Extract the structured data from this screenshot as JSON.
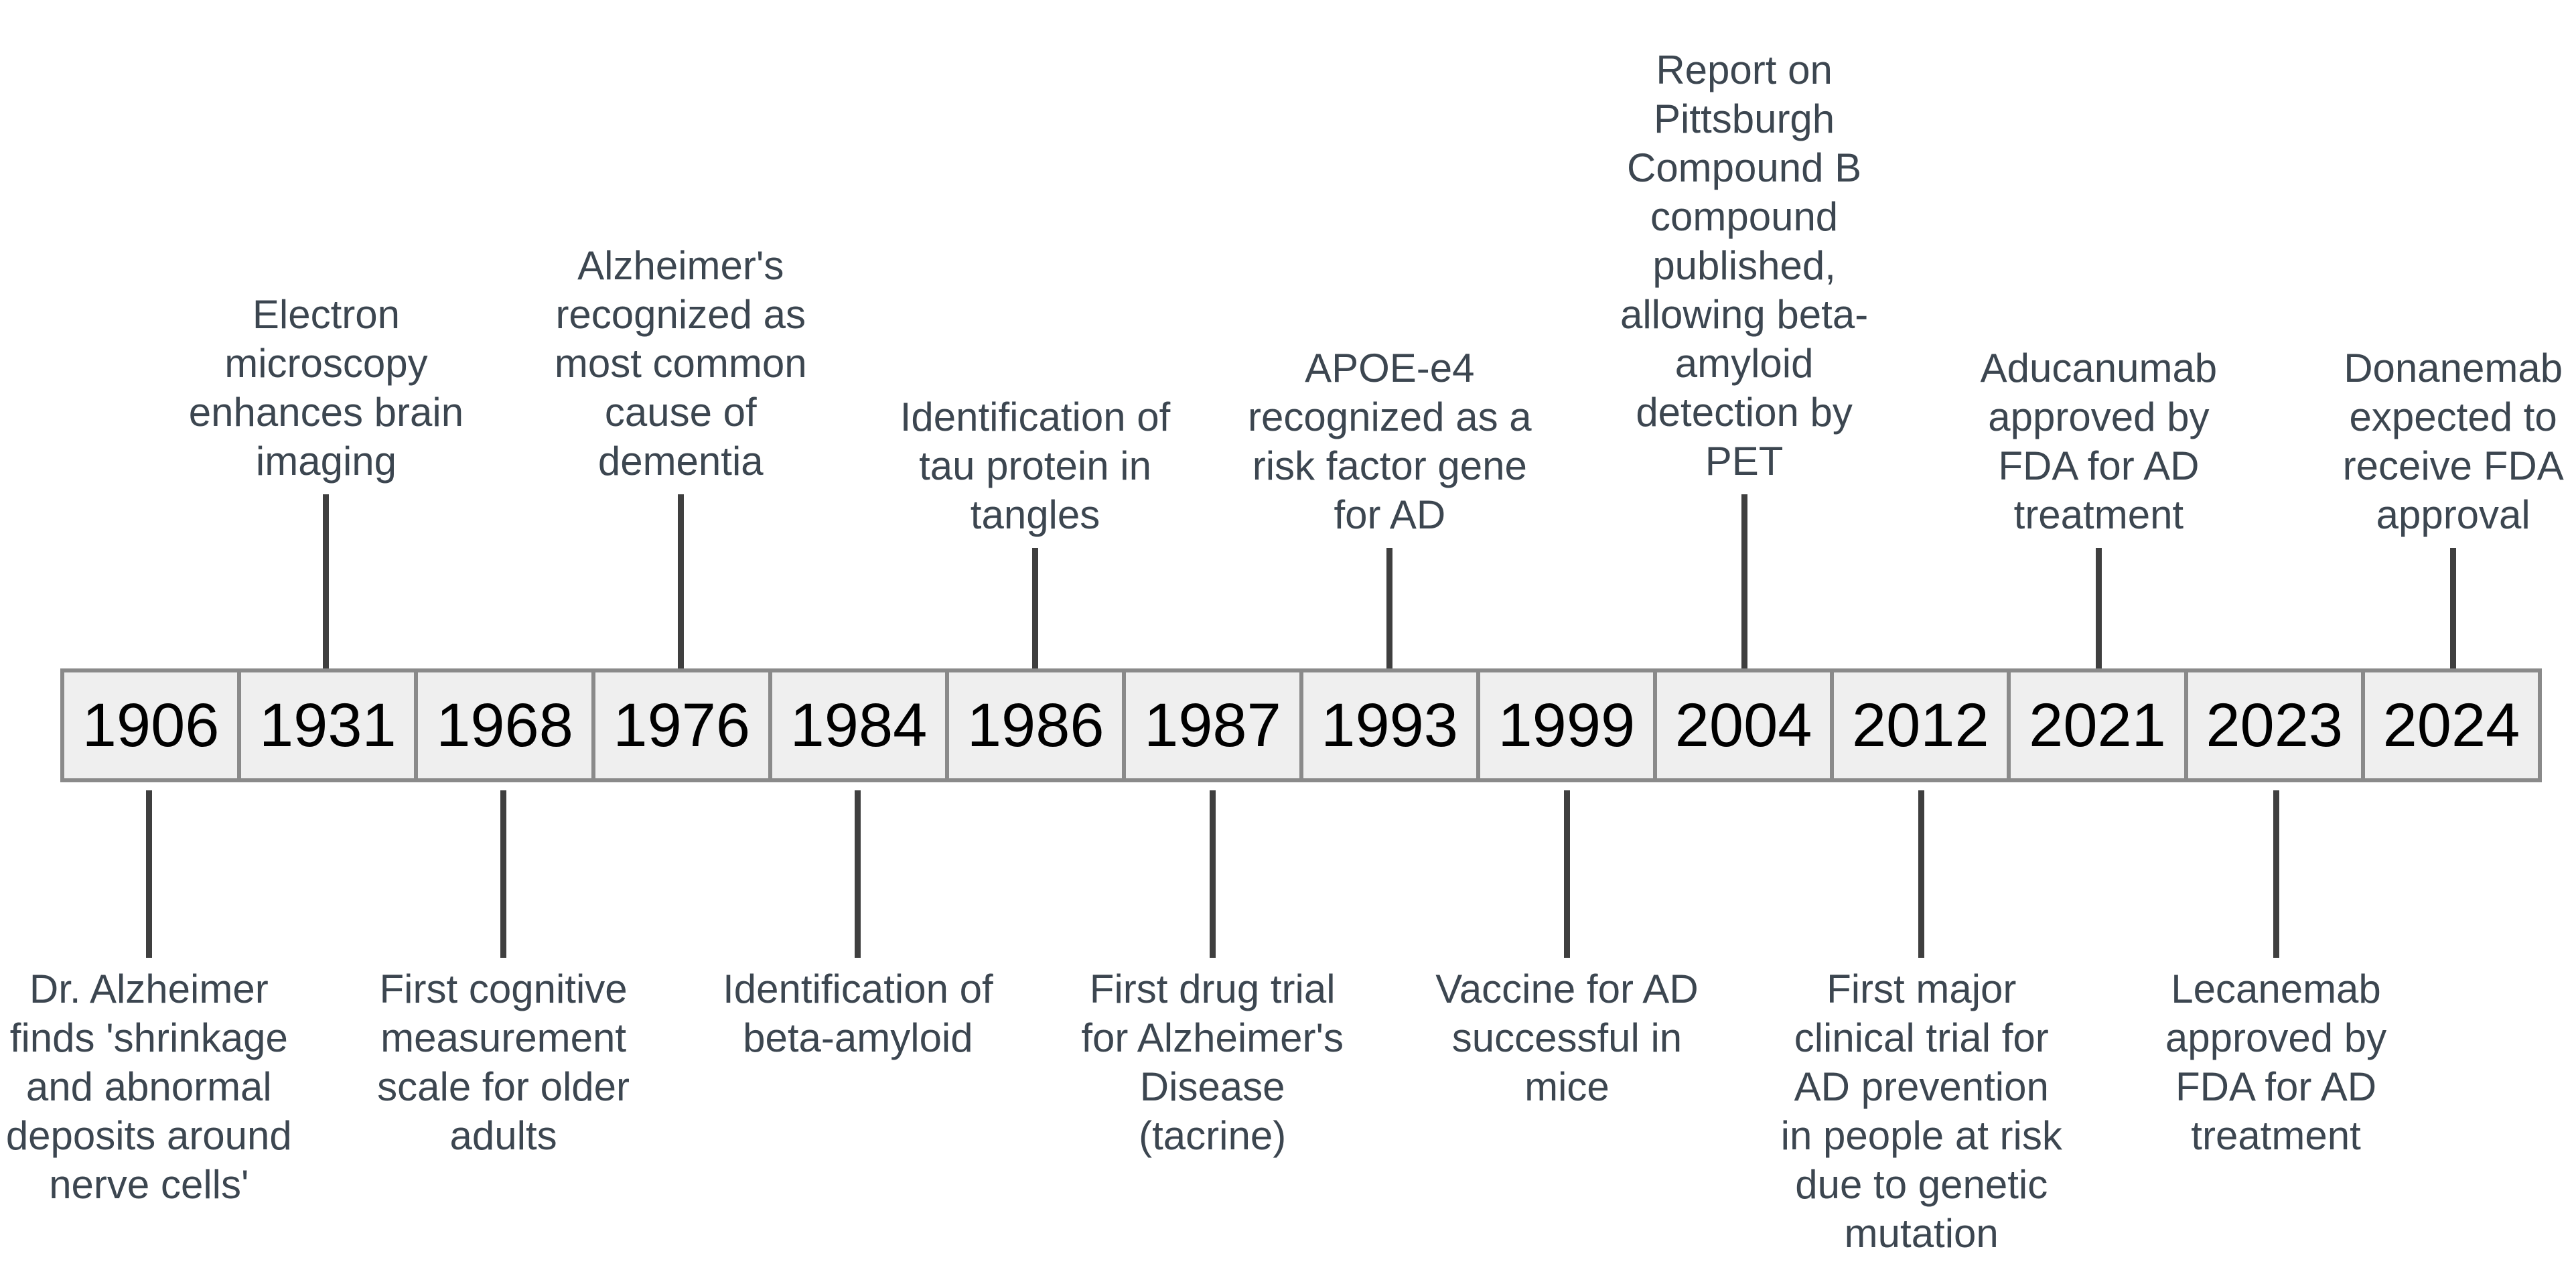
{
  "timeline": {
    "events": [
      {
        "year": "1906",
        "position": "below",
        "text": "Dr. Alzheimer finds 'shrinkage and abnormal deposits around nerve cells'"
      },
      {
        "year": "1931",
        "position": "above",
        "text": "Electron microscopy enhances brain imaging"
      },
      {
        "year": "1968",
        "position": "below",
        "text": "First cognitive measurement scale for older adults"
      },
      {
        "year": "1976",
        "position": "above",
        "text": "Alzheimer's recognized as most common cause of dementia"
      },
      {
        "year": "1984",
        "position": "below",
        "text": "Identification of beta-amyloid"
      },
      {
        "year": "1986",
        "position": "above",
        "text": "Identification of tau protein in tangles"
      },
      {
        "year": "1987",
        "position": "below",
        "text": "First drug trial for Alzheimer's Disease (tacrine)"
      },
      {
        "year": "1993",
        "position": "above",
        "text": "APOE-e4 recognized as a risk factor gene for AD"
      },
      {
        "year": "1999",
        "position": "below",
        "text": "Vaccine for AD successful in mice"
      },
      {
        "year": "2004",
        "position": "above",
        "text": "Report on Pittsburgh Compound B compound published, allowing beta-amyloid detection by PET"
      },
      {
        "year": "2012",
        "position": "below",
        "text": "First major clinical trial for AD prevention in people at risk due to genetic mutation"
      },
      {
        "year": "2021",
        "position": "above",
        "text": "Aducanumab approved by FDA for AD treatment"
      },
      {
        "year": "2023",
        "position": "below",
        "text": "Lecanemab approved by FDA for AD treatment"
      },
      {
        "year": "2024",
        "position": "above",
        "text": "Donanemab expected to receive FDA approval"
      }
    ]
  }
}
